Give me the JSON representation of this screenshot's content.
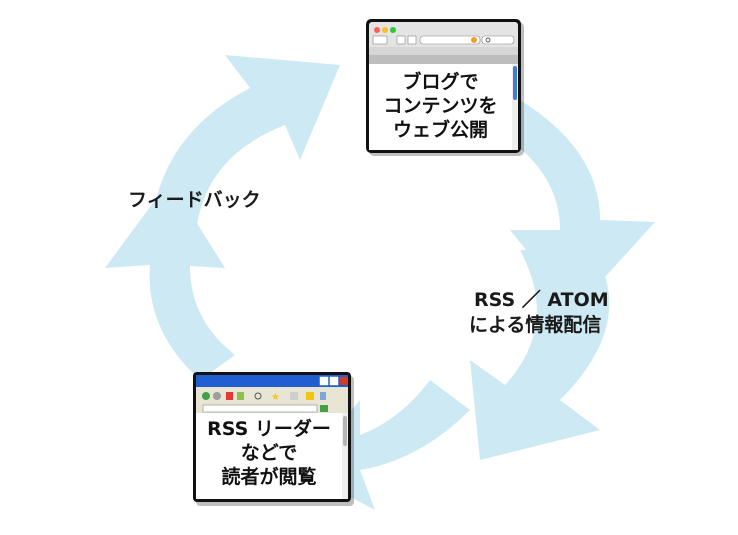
{
  "colors": {
    "arrow": "#cde9f3",
    "window_frame": "#111111",
    "window_gray": "#b5b5b5",
    "browser_chrome": "#e4e4e4",
    "reader_chrome": "#1f5fd1",
    "reader_toolbar": "#e9e5d4",
    "scroll_blue": "#3f7fcb",
    "traffic_red": "#ff5f57",
    "traffic_yellow": "#febc2e",
    "traffic_green": "#28c840"
  },
  "labels": {
    "feedback": "フィードバック",
    "rss_line1": "RSS ／ ATOM",
    "rss_line2": "による情報配信"
  },
  "blog_window": {
    "line1": "ブログで",
    "line2": "コンテンツを",
    "line3": "ウェブ公開"
  },
  "reader_window": {
    "line1": "RSS リーダー",
    "line2": "などで",
    "line3": "読者が閲覧"
  }
}
